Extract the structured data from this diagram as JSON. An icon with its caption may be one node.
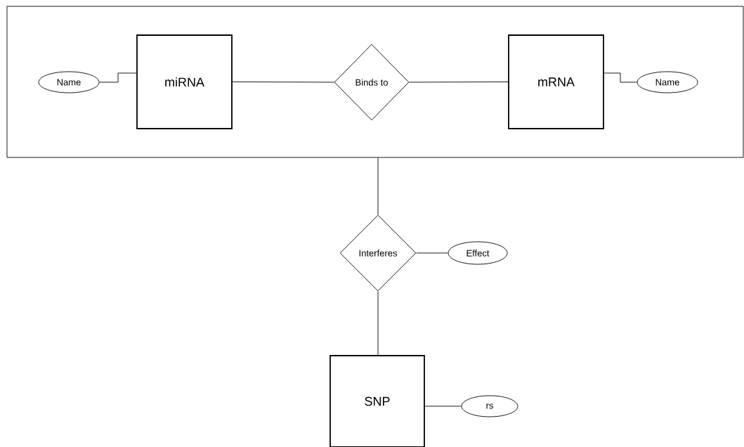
{
  "diagram": {
    "nodes": [
      {
        "text": [],
        "shape": "box"
      },
      {
        "text": [
          "Name"
        ],
        "in": 0
      },
      {
        "text": [
          "miRNA"
        ],
        "in": 0
      },
      {
        "text": [
          "Binds to"
        ],
        "in": 0
      },
      {
        "text": [
          "mRNA"
        ],
        "in": 0
      },
      {
        "text": [
          "Name"
        ],
        "in": 0
      },
      {
        "text": [
          "Interferes"
        ]
      },
      {
        "text": [
          "Effect"
        ]
      },
      {
        "text": [
          "SNP"
        ]
      },
      {
        "text": [
          "rs"
        ]
      }
    ],
    "edges": [
      {
        "from": 1,
        "to": 2,
        "arrow": "none"
      },
      {
        "from": 2,
        "to": 3,
        "arrow": "none"
      },
      {
        "from": 3,
        "to": 4,
        "arrow": "none"
      },
      {
        "from": 4,
        "to": 5,
        "arrow": "none"
      },
      {
        "from": 0,
        "to": 6,
        "arrow": "none"
      },
      {
        "from": 6,
        "to": 7,
        "arrow": "none"
      },
      {
        "from": 6,
        "to": 8,
        "arrow": "none"
      },
      {
        "from": 8,
        "to": 9,
        "arrow": "none"
      }
    ]
  }
}
